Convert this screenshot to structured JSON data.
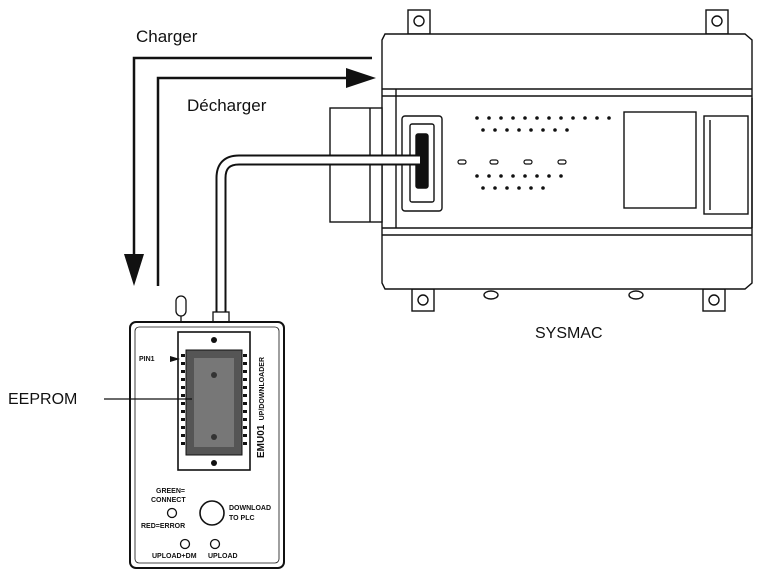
{
  "labels": {
    "charger": "Charger",
    "decharger": "Décharger",
    "sysmac": "SYSMAC",
    "eeprom": "EEPROM"
  },
  "device": {
    "model": "EMU01",
    "model_suffix": "UP/DOWNLOADER",
    "pin1": "PIN1",
    "led_green": "GREEN=",
    "led_connect": "CONNECT",
    "led_red": "RED=ERROR",
    "download_line1": "DOWNLOAD",
    "download_line2": "TO PLC",
    "upload_dm": "UPLOAD+DM",
    "upload": "UPLOAD"
  }
}
